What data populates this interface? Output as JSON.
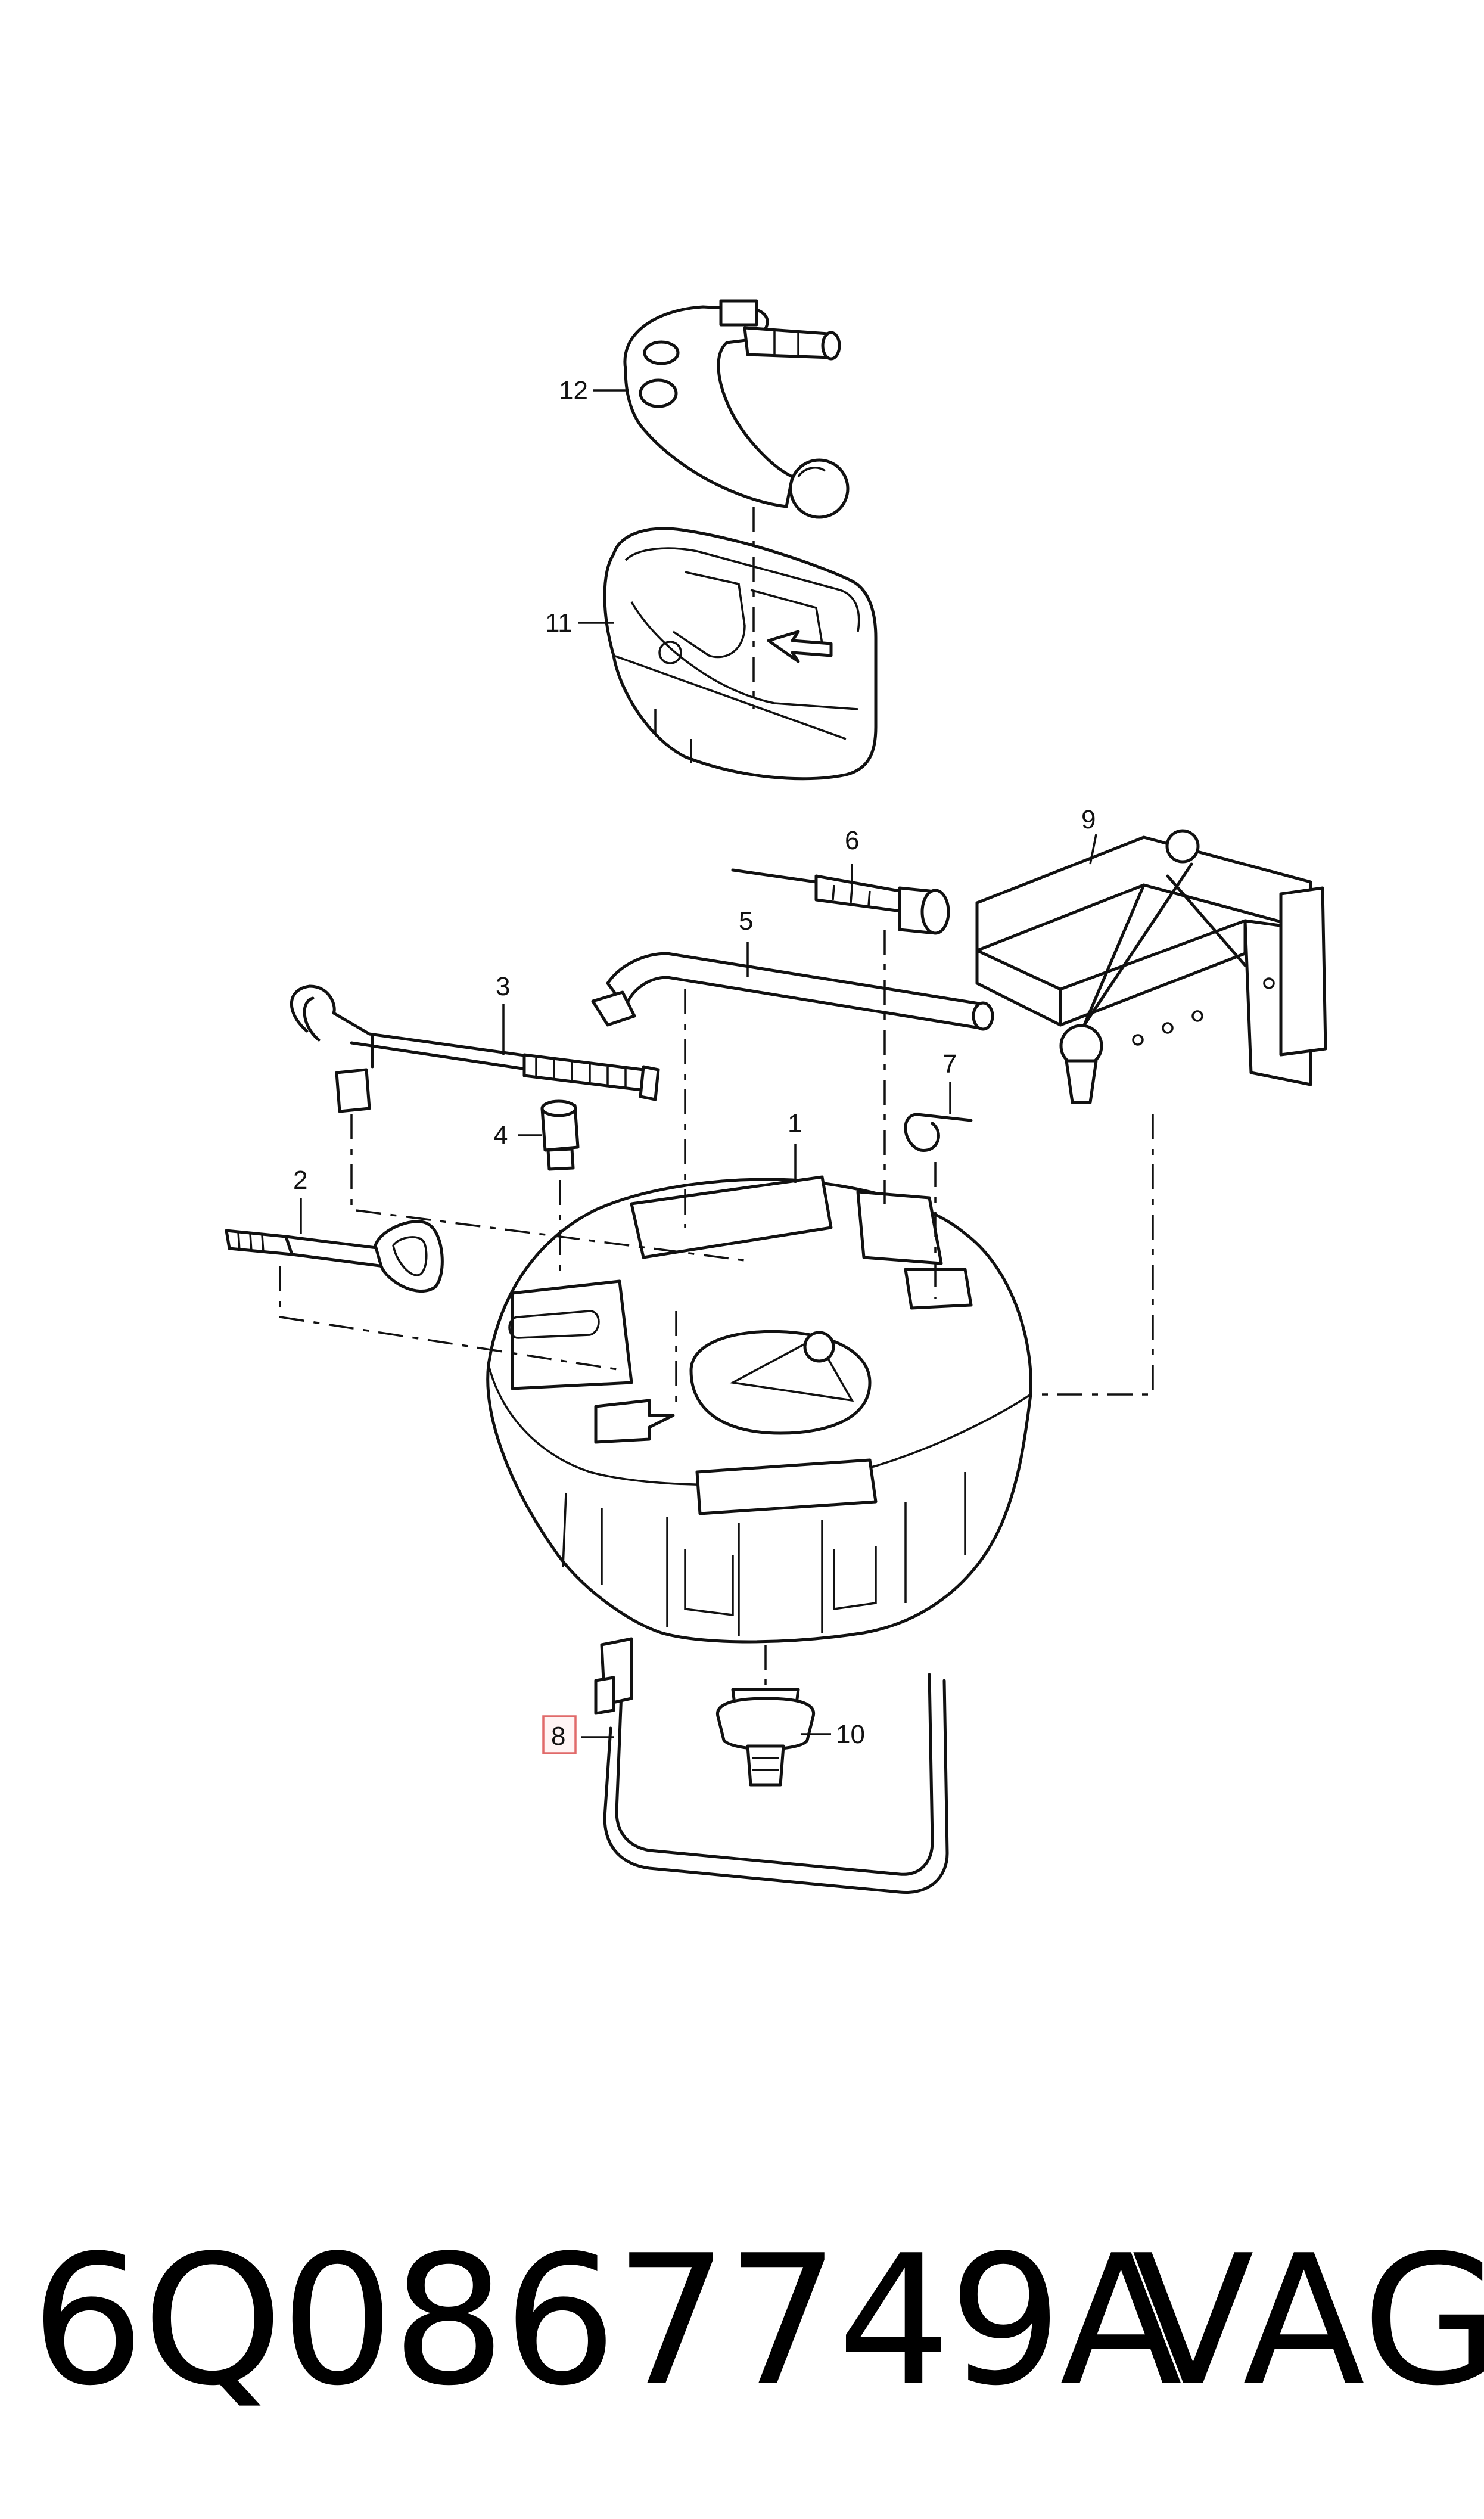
{
  "callouts": {
    "c1": "1",
    "c2": "2",
    "c3": "3",
    "c4": "4",
    "c5": "5",
    "c6": "6",
    "c7": "7",
    "c8": "8",
    "c9": "9",
    "c10": "10",
    "c11": "11",
    "c12": "12"
  },
  "highlighted_callout": "8",
  "footer": {
    "part_number": "6Q0867749A",
    "brand": "VAG"
  },
  "colors": {
    "line": "#111111",
    "highlight_border": "#e06a6a",
    "highlight_fill": "#fff4f4",
    "background": "#ffffff"
  }
}
